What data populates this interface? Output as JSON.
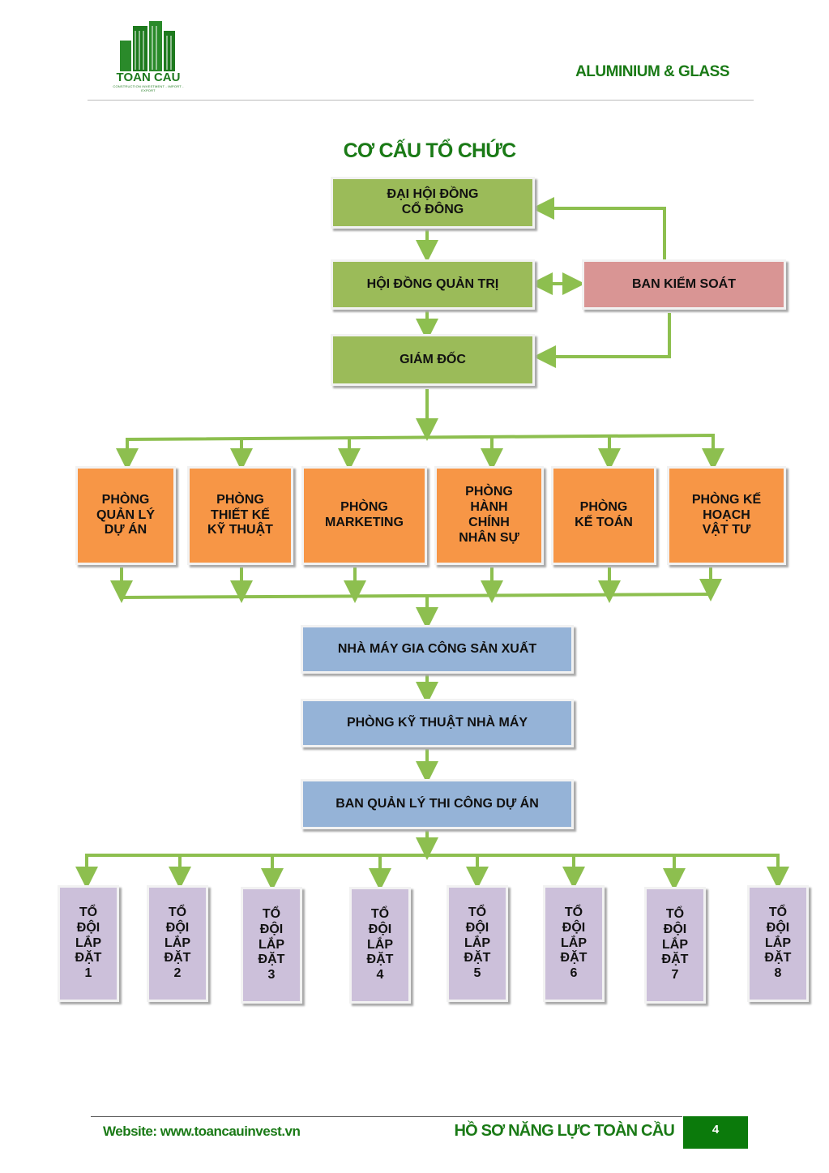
{
  "header": {
    "logo_text": "TOAN CAU",
    "logo_subtext": "CONSTRUCTION INVESTMENT - IMPORT - EXPORT",
    "right_text": "ALUMINIUM & GLASS"
  },
  "title": "CƠ CẤU TỔ CHỨC",
  "nodes": {
    "dai_hoi": "ĐẠI HỘI ĐỒNG\nCỔ ĐÔNG",
    "hoi_dong": "HỘI ĐỒNG QUẢN TRỊ",
    "ban_kiem_soat": "BAN KIỂM SOÁT",
    "giam_doc": "GIÁM ĐỐC",
    "departments": [
      "PHÒNG\nQUẢN LÝ\nDỰ ÁN",
      "PHÒNG\nTHIẾT KẾ\nKỸ THUẬT",
      "PHÒNG\nMARKETING",
      "PHÒNG\nHÀNH\nCHÍNH\nNHÂN SỰ",
      "PHÒNG\nKẾ TOÁN",
      "PHÒNG KẾ\nHOẠCH\nVẬT TƯ"
    ],
    "nha_may": "NHÀ MÁY GIA CÔNG SẢN XUẤT",
    "phong_ky_thuat": "PHÒNG KỸ THUẬT NHÀ MÁY",
    "ban_quan_ly": "BAN QUẢN LÝ THI CÔNG DỰ ÁN",
    "teams": [
      "TỔ\nĐỘI\nLẮP\nĐẶT\n1",
      "TỔ\nĐỘI\nLẮP\nĐẶT\n2",
      "TỔ\nĐỘI\nLẮP\nĐẶT\n3",
      "TỔ\nĐỘI\nLẮP\nĐẶT\n4",
      "TỔ\nĐỘI\nLẮP\nĐẶT\n5",
      "TỔ\nĐỘI\nLẮP\nĐẶT\n6",
      "TỔ\nĐỘI\nLẮP\nĐẶT\n7",
      "TỔ\nĐỘI\nLẮP\nĐẶT\n8"
    ]
  },
  "footer": {
    "website": "Website: www.toancauinvest.vn",
    "company": "HỒ SƠ NĂNG LỰC TOÀN CẦU",
    "page_number": "4"
  },
  "colors": {
    "brand_green": "#1a7a16",
    "arrow_green": "#8dbf4f",
    "box_green": "#9bbb59",
    "box_red": "#d99594",
    "box_orange": "#f79646",
    "box_blue": "#95b3d7",
    "box_purple": "#ccc0da"
  }
}
